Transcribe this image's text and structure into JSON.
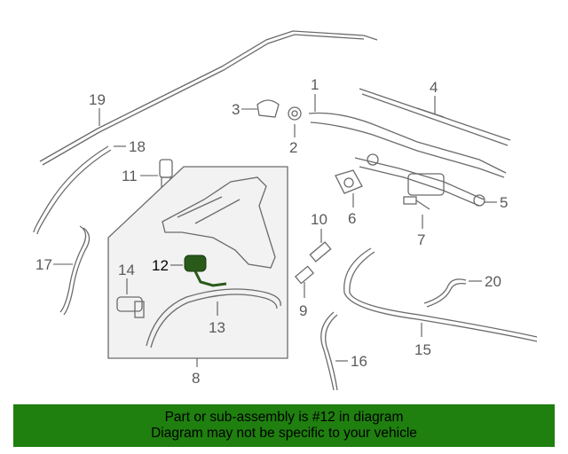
{
  "footer": {
    "line1": "Part or sub-assembly is #12 in diagram",
    "line2": "Diagram may not be specific to your vehicle"
  },
  "callouts": {
    "c1": "1",
    "c2": "2",
    "c3": "3",
    "c4": "4",
    "c5": "5",
    "c6": "6",
    "c7": "7",
    "c8": "8",
    "c9": "9",
    "c10": "10",
    "c11": "11",
    "c12": "12",
    "c13": "13",
    "c14": "14",
    "c15": "15",
    "c16": "16",
    "c17": "17",
    "c18": "18",
    "c19": "19",
    "c20": "20"
  },
  "highlight": {
    "part": "12",
    "color": "#2a5a1a"
  },
  "colors": {
    "footer_bg": "#1f7f0f",
    "line_art": "#6b6b6b"
  }
}
